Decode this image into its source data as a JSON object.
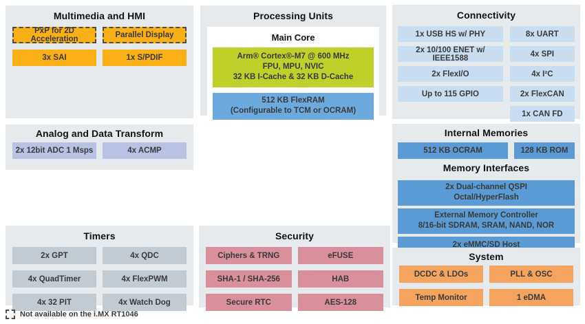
{
  "colors": {
    "panel": "#E7EAEC",
    "orange": "#F9B016",
    "sysorange": "#F5A45F",
    "lblue": "#C9DDF1",
    "blue": "#5B9BD5",
    "flexblue": "#6BA9DE",
    "green": "#BFD02B",
    "lavender": "#B9C2E5",
    "gray": "#C3CBD2",
    "pink": "#D9909C"
  },
  "sections": {
    "multimedia": {
      "title": "Multimedia and HMI",
      "dashed_items": [
        "PxP for 2D Acceleration",
        "Parallel Display"
      ],
      "items": [
        "3x SAI",
        "1x S/PDIF"
      ]
    },
    "processing": {
      "title": "Processing Units",
      "subtitle": "Main Core",
      "core_block": "Arm® Cortex®-M7 @ 600 MHz\nFPU, MPU, NVIC\n32 KB I-Cache & 32 KB D-Cache",
      "ram_block": "512 KB FlexRAM\n(Configurable to TCM or OCRAM)"
    },
    "connectivity": {
      "title": "Connectivity",
      "left_items": [
        "1x USB HS w/ PHY",
        "2x 10/100 ENET w/ IEEE1588",
        "2x FlexI/O",
        "Up to 115 GPIO"
      ],
      "right_items": [
        "8x UART",
        "4x SPI",
        "4x I²C",
        "2x FlexCAN",
        "1x CAN FD"
      ]
    },
    "analog": {
      "title": "Analog and Data Transform",
      "items": [
        "2x 12bit ADC 1 Msps",
        "4x ACMP"
      ]
    },
    "internal_memories": {
      "title": "Internal Memories",
      "items": [
        "512 KB OCRAM",
        "128 KB ROM"
      ]
    },
    "memory_interfaces": {
      "title": "Memory Interfaces",
      "items": [
        "2x Dual-channel QSPI\nOctal/HyperFlash",
        "External Memory Controller\n8/16-bit SDRAM, SRAM, NAND, NOR",
        "2x eMMC/SD Host"
      ]
    },
    "timers": {
      "title": "Timers",
      "items": [
        "2x GPT",
        "4x QDC",
        "4x QuadTimer",
        "4x FlexPWM",
        "4x 32 PIT",
        "4x Watch Dog"
      ]
    },
    "security": {
      "title": "Security",
      "items": [
        "Ciphers & TRNG",
        "eFUSE",
        "SHA-1 / SHA-256",
        "HAB",
        "Secure RTC",
        "AES-128"
      ]
    },
    "system": {
      "title": "System",
      "items": [
        "DCDC & LDOs",
        "PLL & OSC",
        "Temp Monitor",
        "1 eDMA"
      ]
    }
  },
  "footnote": "Not available on the i.MX RT1046"
}
